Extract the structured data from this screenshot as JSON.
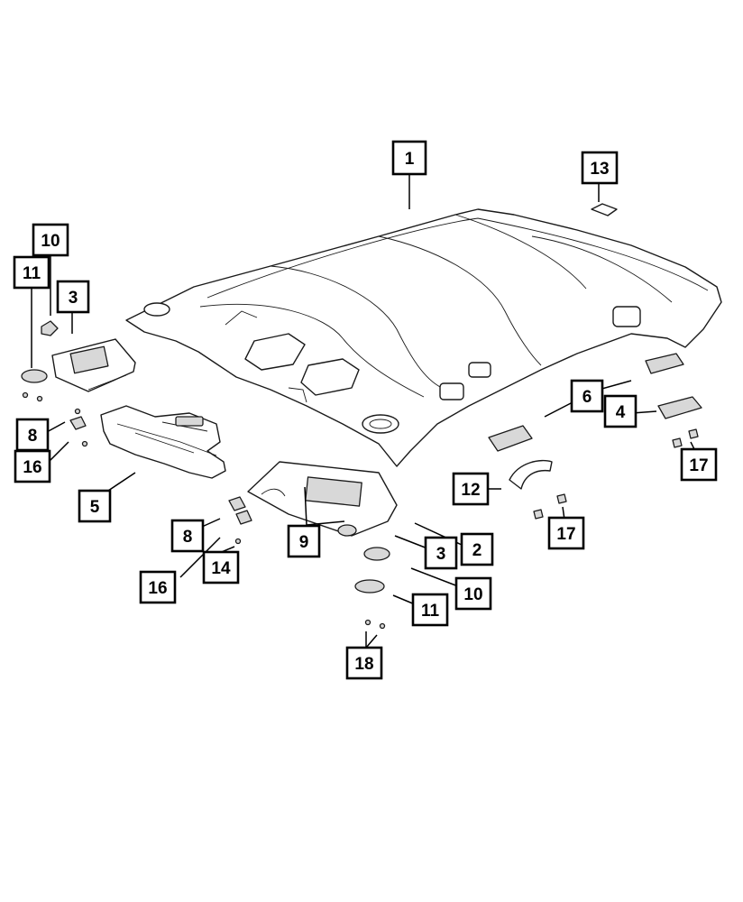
{
  "callouts": [
    {
      "id": "c1",
      "label": "1"
    },
    {
      "id": "c2",
      "label": "2"
    },
    {
      "id": "c3a",
      "label": "3"
    },
    {
      "id": "c3b",
      "label": "3"
    },
    {
      "id": "c4",
      "label": "4"
    },
    {
      "id": "c5",
      "label": "5"
    },
    {
      "id": "c6",
      "label": "6"
    },
    {
      "id": "c8a",
      "label": "8"
    },
    {
      "id": "c8b",
      "label": "8"
    },
    {
      "id": "c9",
      "label": "9"
    },
    {
      "id": "c10a",
      "label": "10"
    },
    {
      "id": "c10b",
      "label": "10"
    },
    {
      "id": "c11a",
      "label": "11"
    },
    {
      "id": "c11b",
      "label": "11"
    },
    {
      "id": "c12",
      "label": "12"
    },
    {
      "id": "c13",
      "label": "13"
    },
    {
      "id": "c14",
      "label": "14"
    },
    {
      "id": "c16a",
      "label": "16"
    },
    {
      "id": "c16b",
      "label": "16"
    },
    {
      "id": "c17a",
      "label": "17"
    },
    {
      "id": "c17b",
      "label": "17"
    },
    {
      "id": "c18",
      "label": "18"
    }
  ]
}
